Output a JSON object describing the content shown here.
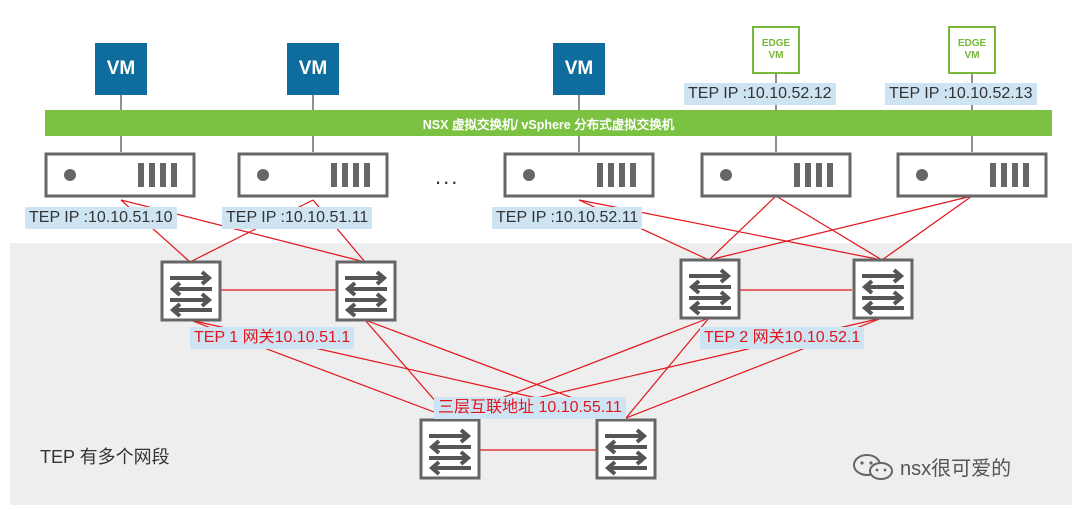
{
  "vswitch_label": "NSX 虚拟交换机/ vSphere 分布式虚拟交换机",
  "vms": [
    "VM",
    "VM",
    "VM"
  ],
  "edge_vms": [
    {
      "line1": "EDGE",
      "line2": "VM",
      "tep": "TEP IP :10.10.52.12"
    },
    {
      "line1": "EDGE",
      "line2": "VM",
      "tep": "TEP IP :10.10.52.13"
    }
  ],
  "host_teps": [
    "TEP IP :10.10.51.10",
    "TEP IP :10.10.51.11",
    "TEP IP :10.10.52.11"
  ],
  "ellipsis": "...",
  "gateways": [
    "TEP 1 网关10.10.51.1",
    "TEP 2 网关10.10.52.1"
  ],
  "l3_interconnect": "三层互联地址 10.10.55.11",
  "panel_label": "TEP 有多个网段",
  "watermark": "nsx很可爱的",
  "colors": {
    "vm_blue": "#0f6d9e",
    "edge_green": "#77b83a",
    "switch_bar_green": "#7bc142",
    "link_red": "#e3141b",
    "label_bg": "#cfe4f3"
  }
}
